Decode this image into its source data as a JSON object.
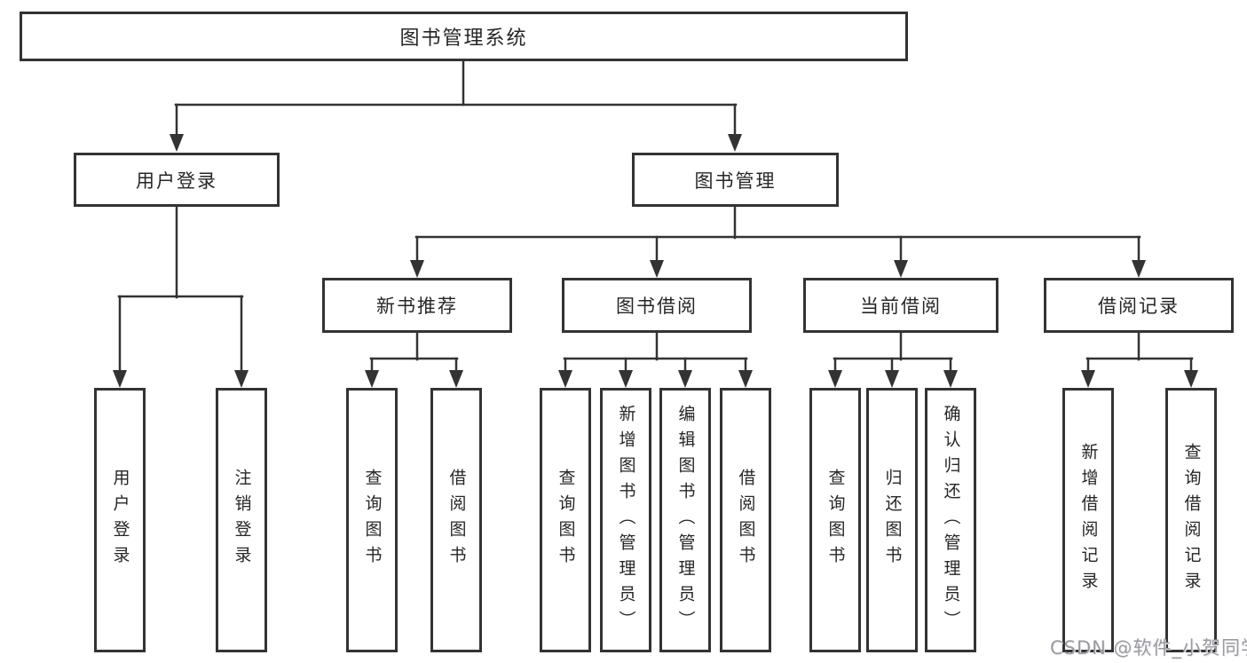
{
  "tree": {
    "label": "图书管理系统",
    "children": [
      {
        "label": "用户登录",
        "children": [
          {
            "label": "用户登录"
          },
          {
            "label": "注销登录"
          }
        ]
      },
      {
        "label": "图书管理",
        "children": [
          {
            "label": "新书推荐",
            "children": [
              {
                "label": "查询图书"
              },
              {
                "label": "借阅图书"
              }
            ]
          },
          {
            "label": "图书借阅",
            "children": [
              {
                "label": "查询图书"
              },
              {
                "label": "新增图书（管理员）"
              },
              {
                "label": "编辑图书（管理员）"
              },
              {
                "label": "借阅图书"
              }
            ]
          },
          {
            "label": "当前借阅",
            "children": [
              {
                "label": "查询图书"
              },
              {
                "label": "归还图书"
              },
              {
                "label": "确认归还（管理员）"
              }
            ]
          },
          {
            "label": "借阅记录",
            "children": [
              {
                "label": "新增借阅记录"
              },
              {
                "label": "查询借阅记录"
              }
            ]
          }
        ]
      }
    ]
  },
  "watermark": "CSDN @软件_小贺同学",
  "colors": {
    "line": "#333333",
    "box_border": "#333333",
    "text": "#262626",
    "watermark": "#9a9aa1"
  }
}
